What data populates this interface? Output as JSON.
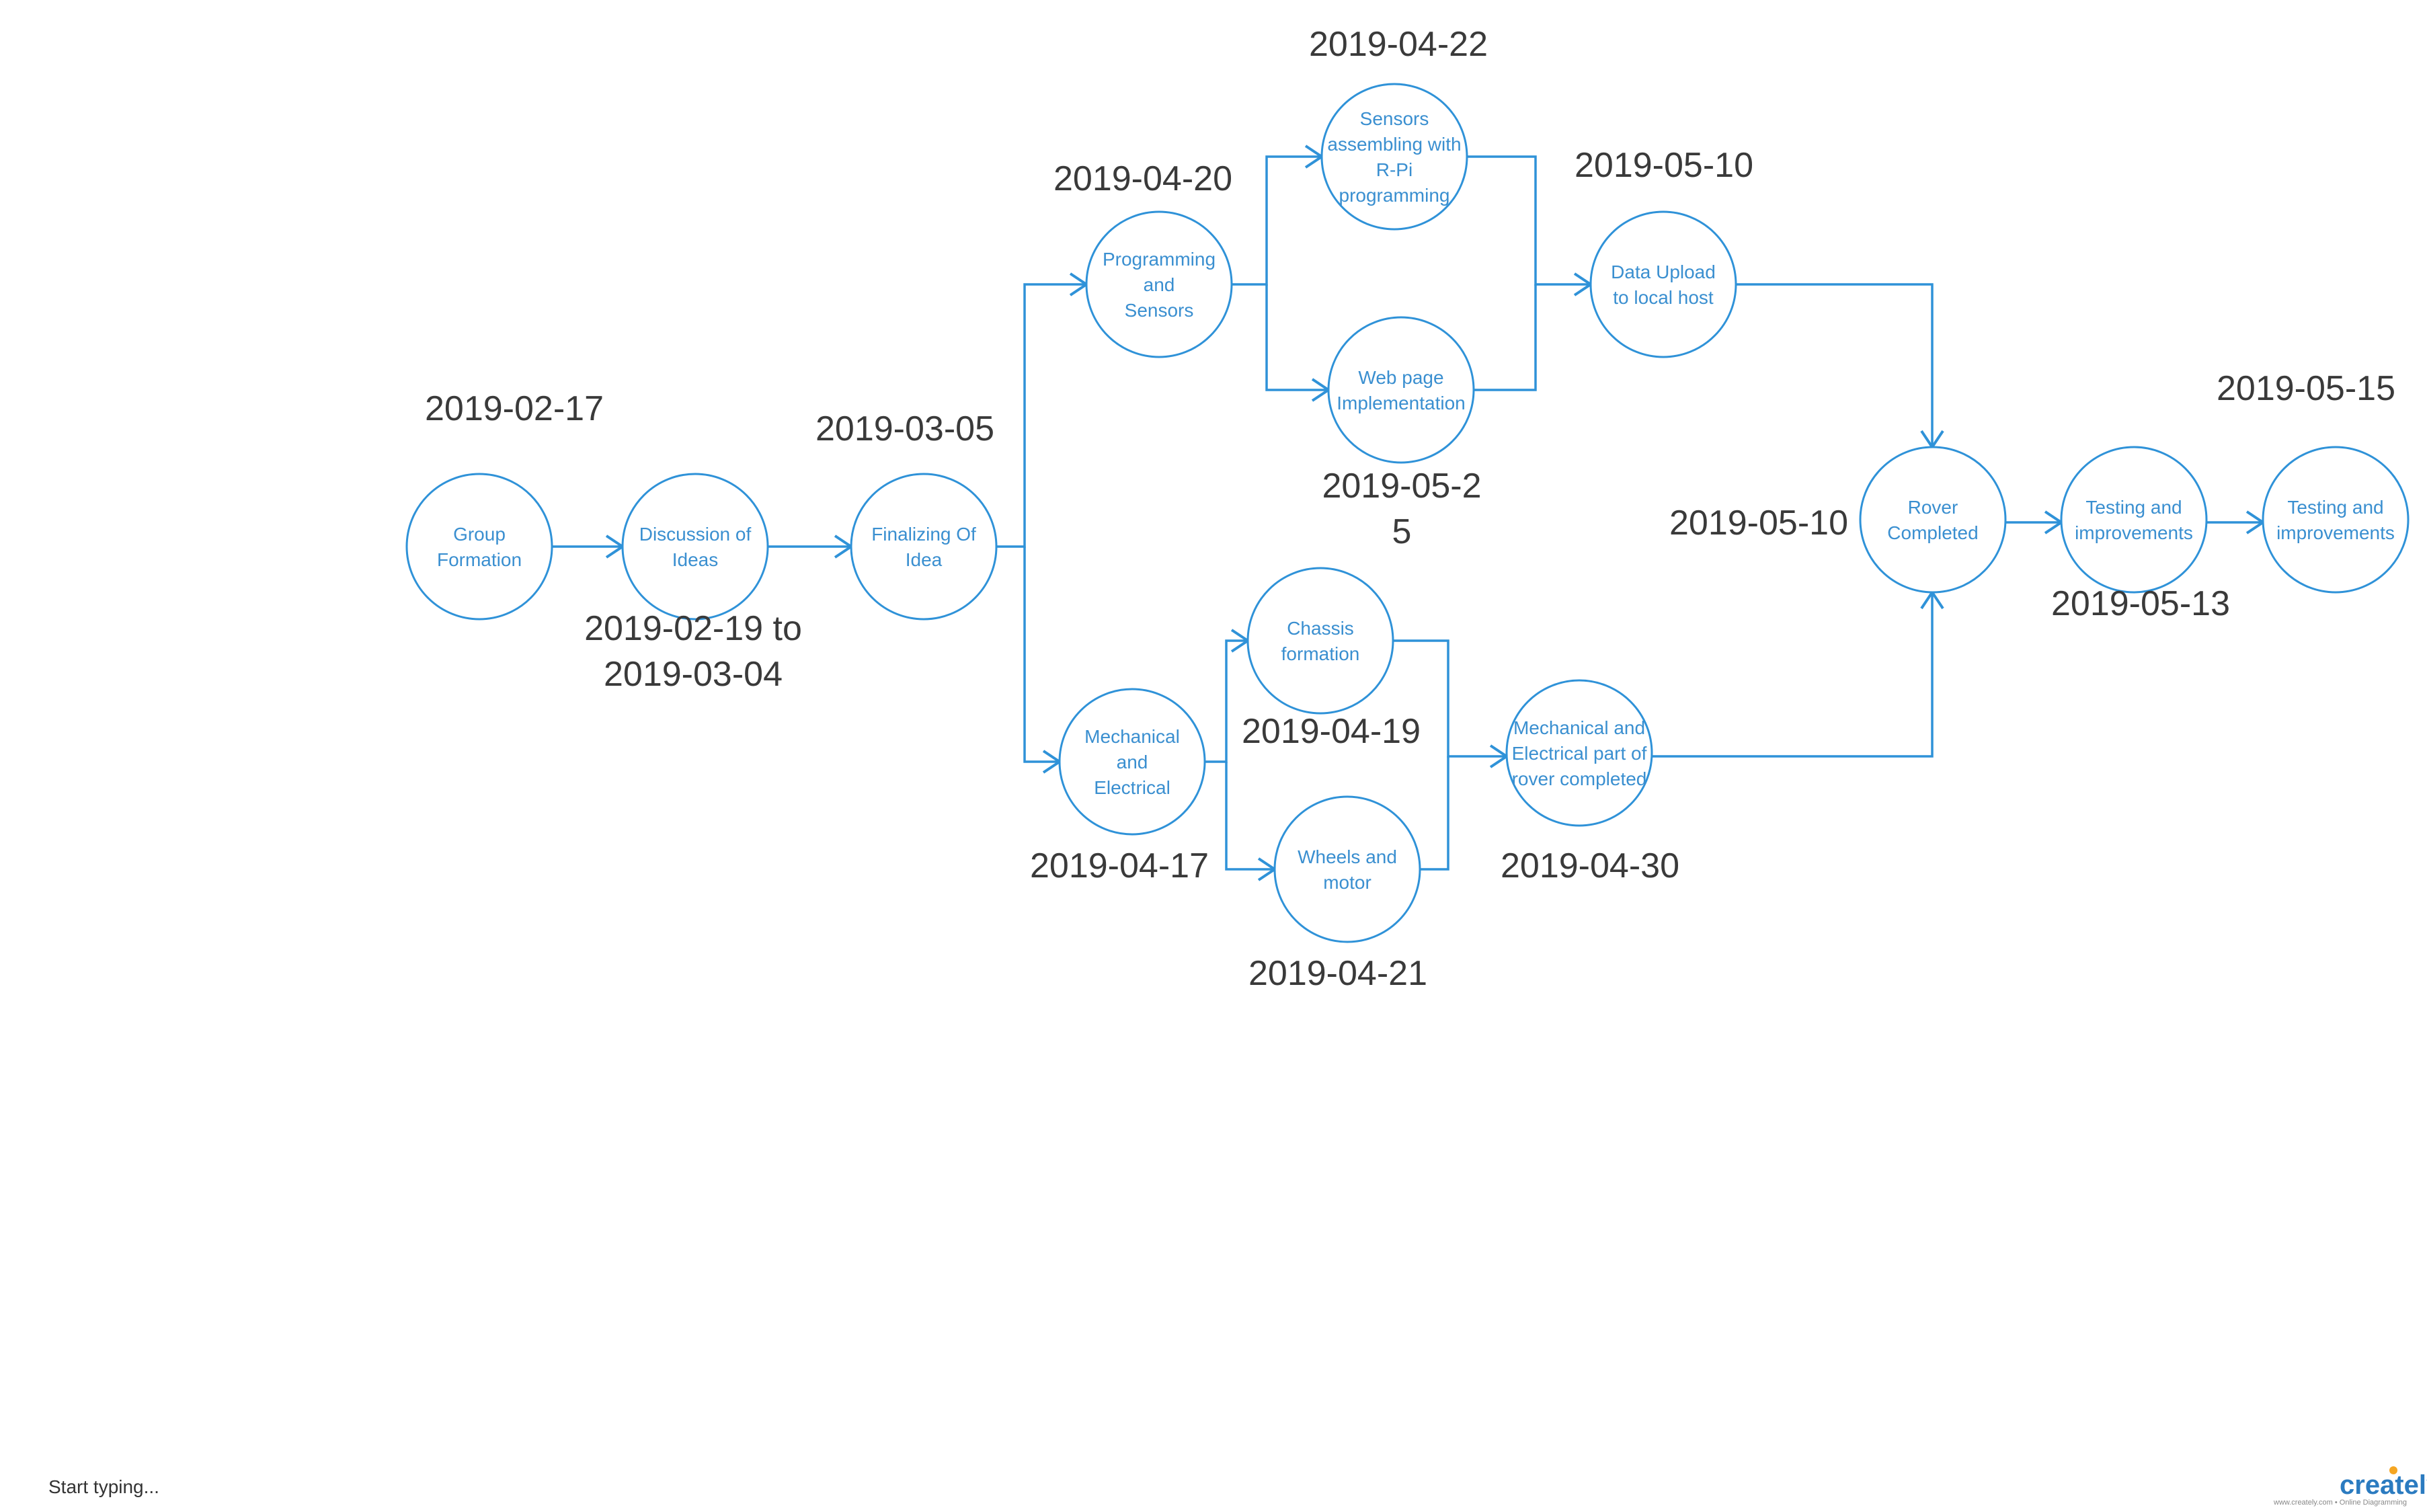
{
  "colors": {
    "line": "#2f92d8",
    "node_text": "#3a8fd0",
    "date_text": "#3a3a3a",
    "brand": "#2b7bc0",
    "brand_accent": "#f5a623"
  },
  "nodes": {
    "group": {
      "lines": [
        "Group",
        "Formation"
      ]
    },
    "discussion": {
      "lines": [
        "Discussion of",
        "Ideas"
      ]
    },
    "finalizing": {
      "lines": [
        "Finalizing Of",
        "Idea"
      ]
    },
    "programming": {
      "lines": [
        "Programming",
        "and",
        "Sensors"
      ]
    },
    "sensors": {
      "lines": [
        "Sensors",
        "assembling with",
        "R-Pi",
        "programming"
      ]
    },
    "webpage": {
      "lines": [
        "Web page",
        "Implementation"
      ]
    },
    "dataupload": {
      "lines": [
        "Data Upload",
        "to local host"
      ]
    },
    "mechanical": {
      "lines": [
        "Mechanical",
        "and",
        "Electrical"
      ]
    },
    "chassis": {
      "lines": [
        "Chassis",
        "formation"
      ]
    },
    "wheels": {
      "lines": [
        "Wheels and",
        "motor"
      ]
    },
    "mechcomplete": {
      "lines": [
        "Mechanical and",
        "Electrical part of",
        "rover completed"
      ]
    },
    "rover": {
      "lines": [
        "Rover",
        "Completed"
      ]
    },
    "testing1": {
      "lines": [
        "Testing and",
        "improvements"
      ]
    },
    "testing2": {
      "lines": [
        "Testing and",
        "improvements"
      ]
    }
  },
  "dates": {
    "group": [
      "2019-02-17"
    ],
    "discussion": [
      "2019-02-19 to",
      "2019-03-04"
    ],
    "finalizing": [
      "2019-03-05"
    ],
    "programming": [
      "2019-04-20"
    ],
    "sensors": [
      "2019-04-22"
    ],
    "webpage": [
      "2019-05-2",
      "5"
    ],
    "dataupload": [
      "2019-05-10"
    ],
    "mechanical": [
      "2019-04-17"
    ],
    "chassis": [
      "2019-04-19"
    ],
    "wheels": [
      "2019-04-21"
    ],
    "mechcomplete": [
      "2019-04-30"
    ],
    "rover": [
      "2019-05-10"
    ],
    "testing1": [
      "2019-05-13"
    ],
    "testing2": [
      "2019-05-15"
    ]
  },
  "edges": [
    [
      "group",
      "discussion"
    ],
    [
      "discussion",
      "finalizing"
    ],
    [
      "finalizing",
      "programming"
    ],
    [
      "finalizing",
      "mechanical"
    ],
    [
      "programming",
      "sensors"
    ],
    [
      "programming",
      "webpage"
    ],
    [
      "sensors",
      "dataupload"
    ],
    [
      "webpage",
      "dataupload"
    ],
    [
      "mechanical",
      "chassis"
    ],
    [
      "mechanical",
      "wheels"
    ],
    [
      "chassis",
      "mechcomplete"
    ],
    [
      "wheels",
      "mechcomplete"
    ],
    [
      "dataupload",
      "rover"
    ],
    [
      "mechcomplete",
      "rover"
    ],
    [
      "rover",
      "testing1"
    ],
    [
      "testing1",
      "testing2"
    ]
  ],
  "footer": {
    "prompt": "Start typing...",
    "brand": "creately",
    "brand_sub": "www.creately.com • Online Diagramming"
  }
}
